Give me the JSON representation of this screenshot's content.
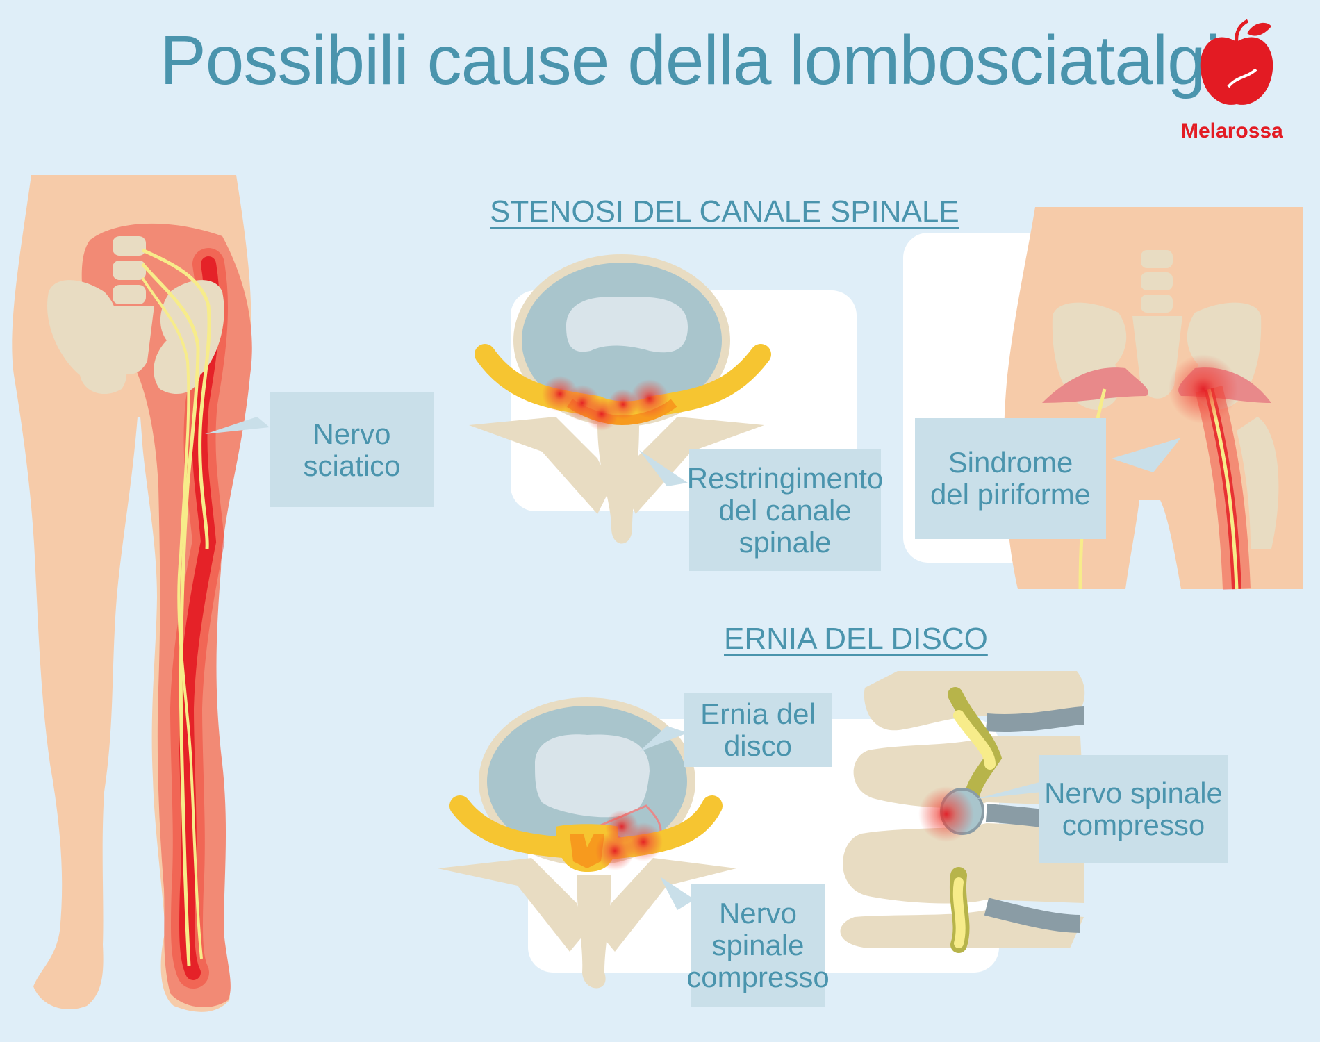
{
  "title": "Possibili cause della lombosciatalgia",
  "brand": {
    "name": "Melarossa",
    "color": "#e31b23",
    "icon": "apple-logo-icon"
  },
  "sections": {
    "stenosi": "STENOSI DEL CANALE SPINALE",
    "ernia": "ERNIA DEL DISCO"
  },
  "labels": {
    "nervo_sciatico": "Nervo\nsciatico",
    "restringimento": "Restringimento\ndel canale\nspinale",
    "sindrome_piriforme": "Sindrome\ndel piriforme",
    "ernia_del_disco": "Ernia del\ndisco",
    "nervo_spinale_compresso_1": "Nervo\nspinale\ncompresso",
    "nervo_spinale_compresso_2": "Nervo spinale\ncompresso"
  },
  "colors": {
    "background": "#dfeef8",
    "text": "#4a94ad",
    "label_box": "#c9dfe9",
    "skin": "#f6cba9",
    "bone": "#e8dcc2",
    "nerve": "#f7ec8a",
    "inflammation": "#ef4136"
  }
}
